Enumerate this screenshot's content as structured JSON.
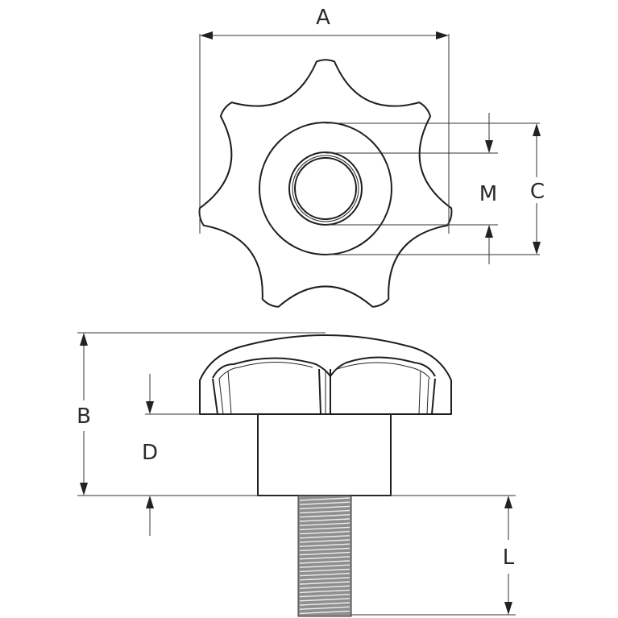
{
  "labels": {
    "A": "A",
    "B": "B",
    "C": "C",
    "D": "D",
    "L": "L",
    "M": "M"
  },
  "colors": {
    "line": "#1e1e1e",
    "thread": "#8f8f8f",
    "background": "#ffffff"
  }
}
